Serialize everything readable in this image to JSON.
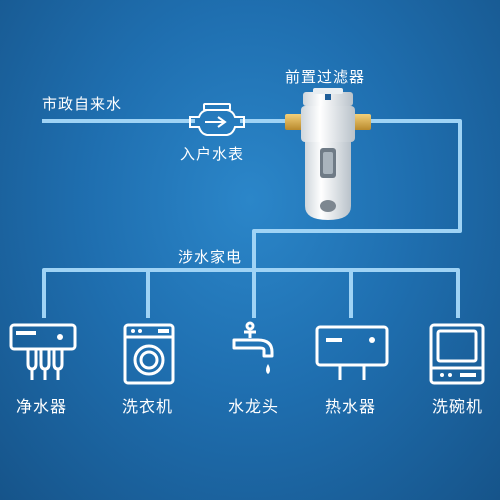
{
  "labels": {
    "municipal_water": "市政自来水",
    "water_meter": "入户水表",
    "prefilter": "前置过滤器",
    "water_appliances": "涉水家电"
  },
  "appliances": [
    {
      "label": "净水器",
      "icon": "water-purifier-icon"
    },
    {
      "label": "洗衣机",
      "icon": "washing-machine-icon"
    },
    {
      "label": "水龙头",
      "icon": "faucet-icon"
    },
    {
      "label": "热水器",
      "icon": "water-heater-icon"
    },
    {
      "label": "洗碗机",
      "icon": "dishwasher-icon"
    }
  ],
  "colors": {
    "pipe": "#9fd3f5",
    "background": "#1f6fb0",
    "icon": "#ffffff"
  }
}
